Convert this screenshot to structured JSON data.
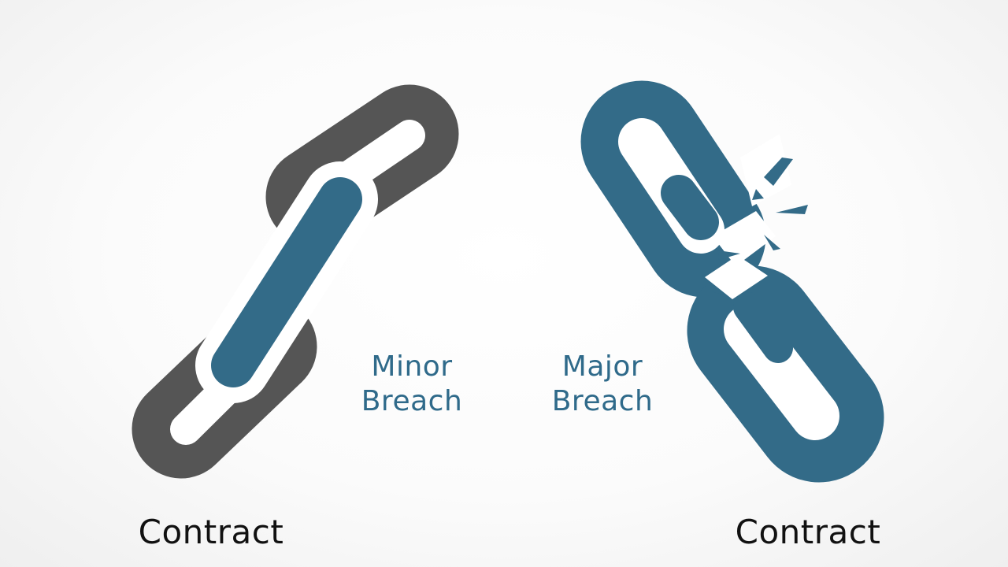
{
  "colors": {
    "dark_link": "#555555",
    "accent_link": "#336b88",
    "label_accent": "#2f6a8a",
    "contract_text": "#111111"
  },
  "labels": {
    "minor_breach": [
      "Minor",
      "Breach"
    ],
    "major_breach": [
      "Major",
      "Breach"
    ],
    "contract_left": "Contract",
    "contract_right": "Contract"
  },
  "icons": {
    "left": "intact-chain-icon",
    "right": "broken-chain-icon"
  }
}
